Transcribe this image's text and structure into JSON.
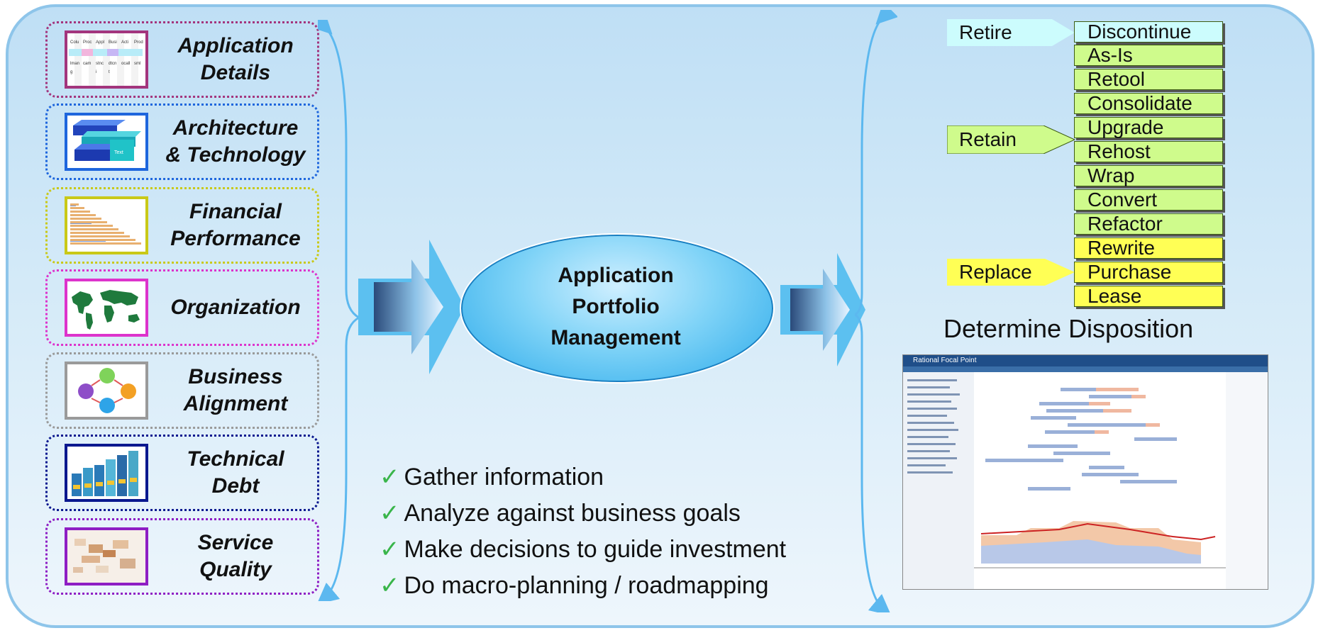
{
  "inputs": [
    {
      "label_line1": "Application",
      "label_line2": "Details",
      "color": "#a3357d",
      "icon": "table-thumbnail"
    },
    {
      "label_line1": "Architecture",
      "label_line2": "& Technology",
      "color": "#1e66dd",
      "icon": "blocks-3d-thumbnail"
    },
    {
      "label_line1": "Financial",
      "label_line2": "Performance",
      "color": "#c9c918",
      "icon": "bar-chart-thumbnail"
    },
    {
      "label_line1": "Organization",
      "label_line2": "",
      "color": "#dd33cc",
      "icon": "world-map-thumbnail"
    },
    {
      "label_line1": "Business",
      "label_line2": "Alignment",
      "color": "#9a9a9a",
      "icon": "cycle-diagram-thumbnail"
    },
    {
      "label_line1": "Technical",
      "label_line2": "Debt",
      "color": "#0a188f",
      "icon": "bar-3d-thumbnail"
    },
    {
      "label_line1": "Service",
      "label_line2": "Quality",
      "color": "#8e1ec4",
      "icon": "heatmap-thumbnail"
    }
  ],
  "center": {
    "line1": "Application",
    "line2": "Portfolio",
    "line3": "Management"
  },
  "bullets": [
    "Gather information",
    "Analyze against business goals",
    "Make decisions to guide investment",
    "Do macro-planning / roadmapping"
  ],
  "dispositions": {
    "groups": [
      {
        "name": "Retire",
        "color": "#ccfcfd"
      },
      {
        "name": "Retain",
        "color": "#cffb8c"
      },
      {
        "name": "Replace",
        "color": "#ffff55"
      }
    ],
    "options": [
      {
        "label": "Discontinue",
        "group": "retire"
      },
      {
        "label": "As-Is",
        "group": "retain"
      },
      {
        "label": "Retool",
        "group": "retain"
      },
      {
        "label": "Consolidate",
        "group": "retain"
      },
      {
        "label": "Upgrade",
        "group": "retain"
      },
      {
        "label": "Rehost",
        "group": "retain"
      },
      {
        "label": "Wrap",
        "group": "retain"
      },
      {
        "label": "Convert",
        "group": "retain"
      },
      {
        "label": "Refactor",
        "group": "retain"
      },
      {
        "label": "Rewrite",
        "group": "replace"
      },
      {
        "label": "Purchase",
        "group": "replace"
      },
      {
        "label": "Lease",
        "group": "replace"
      }
    ],
    "title": "Determine Disposition"
  },
  "screenshot": {
    "app_title": "Rational Focal Point",
    "icon": "roadmap-screenshot"
  }
}
